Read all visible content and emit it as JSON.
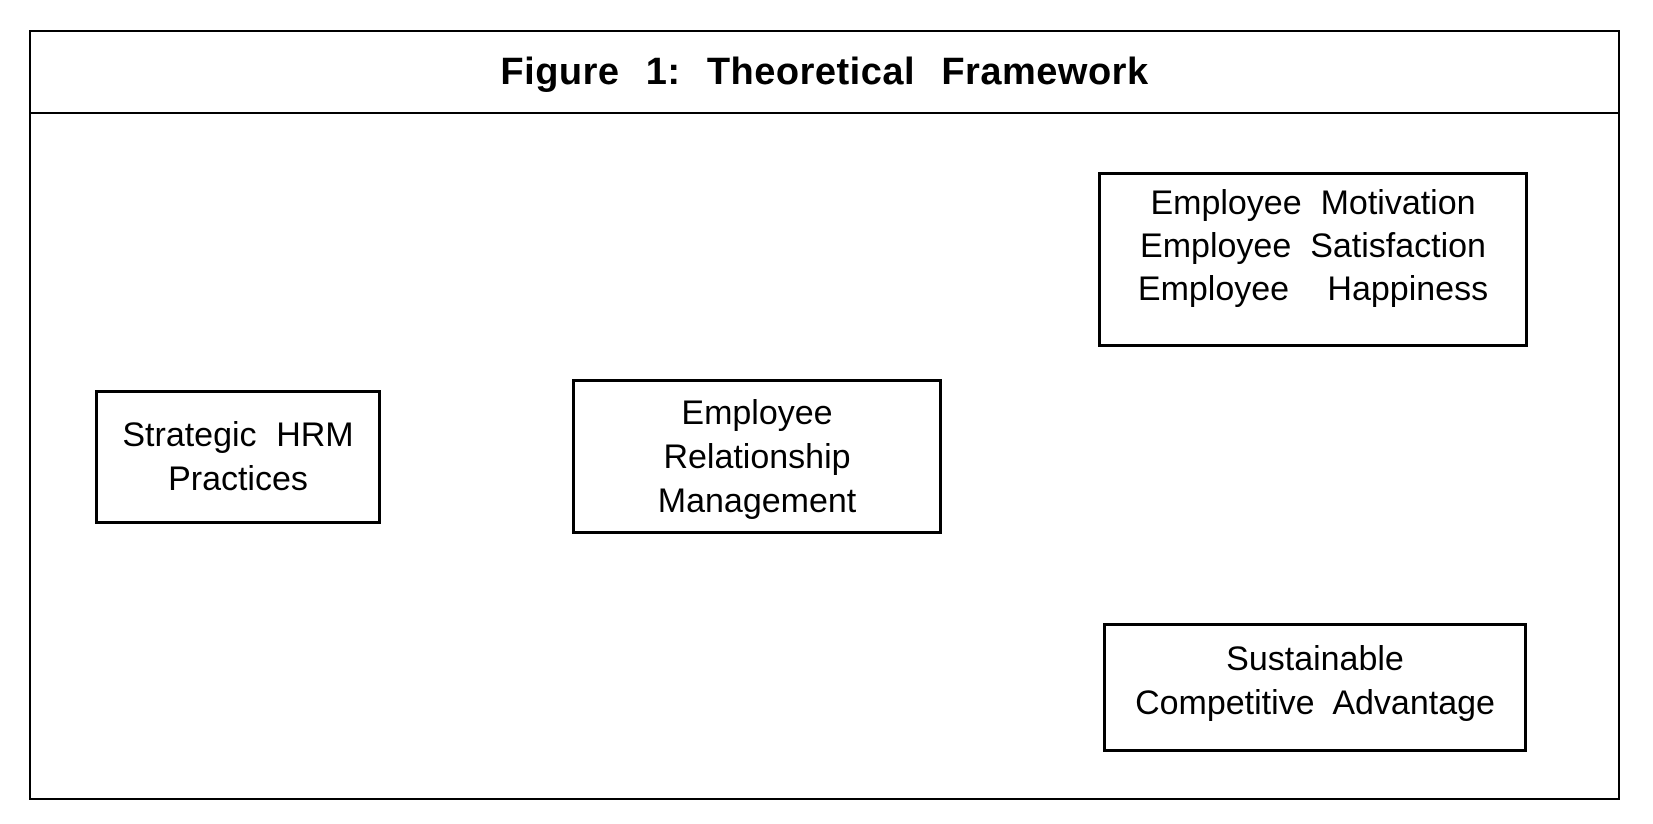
{
  "figure": {
    "title": "Figure 1: Theoretical Framework"
  },
  "diagram": {
    "background_color": "#ffffff",
    "stroke_color": "#000000",
    "nodes": {
      "strategic_hrm": {
        "lines": [
          "Strategic HRM",
          "Practices"
        ]
      },
      "employee_relationship_management": {
        "lines": [
          "Employee",
          "Relationship",
          "Management"
        ]
      },
      "employee_outcomes": {
        "lines": [
          "Employee Motivation",
          "Employee Satisfaction",
          "Employee Happiness"
        ]
      },
      "sustainable_competitive_advantage": {
        "lines": [
          "Sustainable",
          "Competitive Advantage"
        ]
      }
    },
    "connections": [
      {
        "from": "strategic_hrm",
        "to": "employee_relationship_management"
      },
      {
        "from": "employee_relationship_management",
        "to": "employee_outcomes"
      },
      {
        "from": "employee_relationship_management",
        "to": "sustainable_competitive_advantage"
      }
    ]
  }
}
